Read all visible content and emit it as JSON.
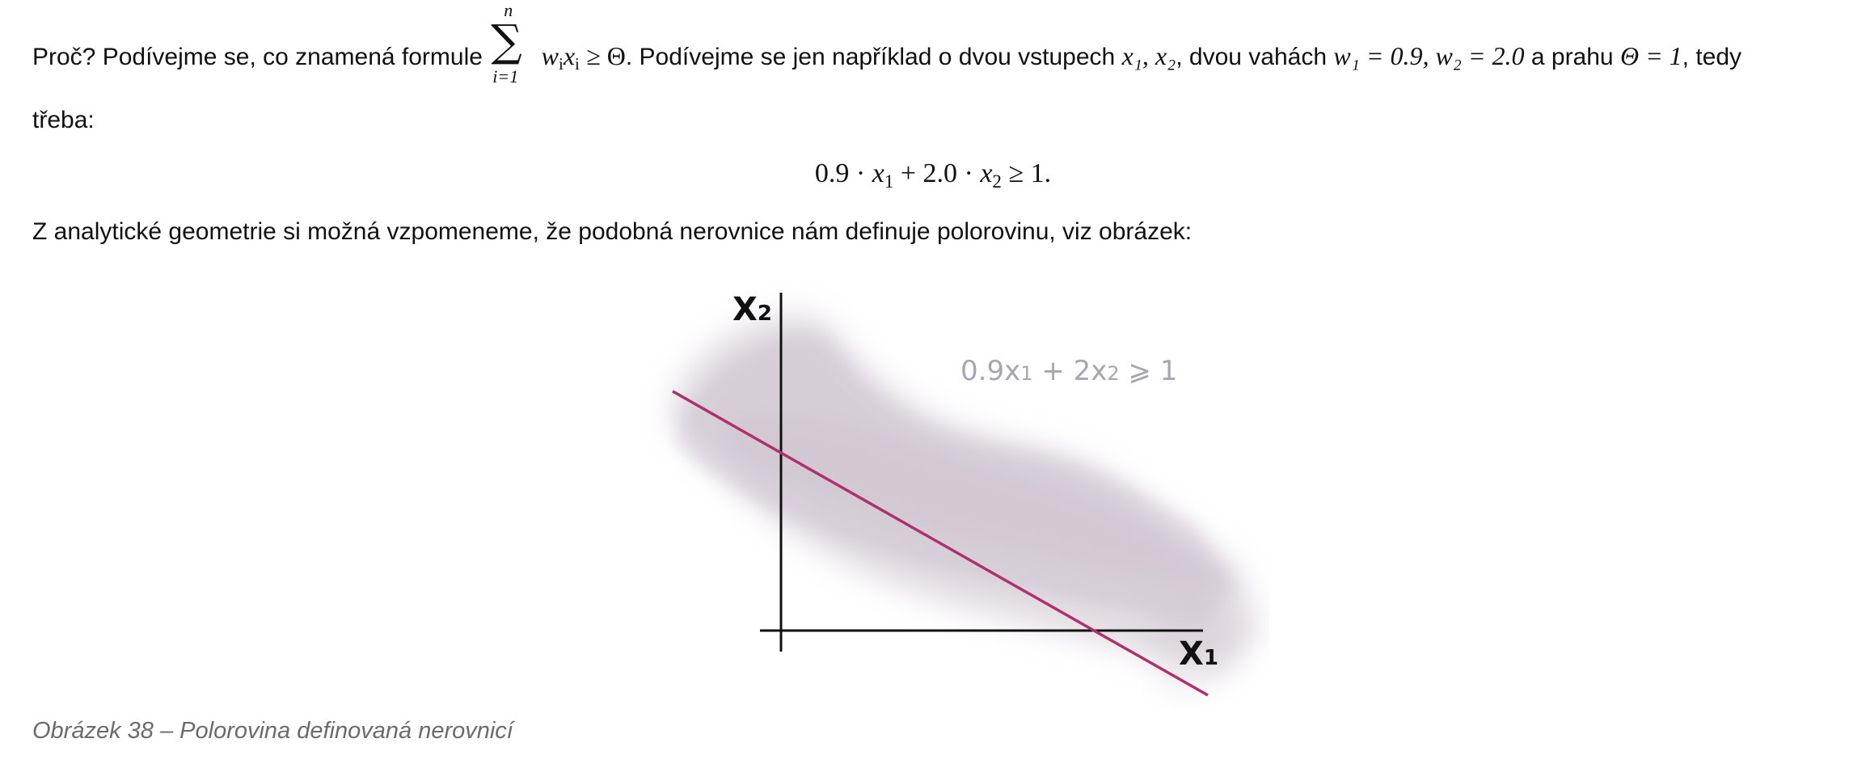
{
  "para1": {
    "t1": "Proč? Podívejme se, co znamená formule",
    "sum_upper": "n",
    "sum_lower": "i=1",
    "formula_body": "w",
    "formula_sub_a": "i",
    "formula_x": "x",
    "formula_sub_b": "i",
    "formula_rel": "≥ Θ",
    "t2": ". Podívejme se jen například o dvou vstupech",
    "inputs": "x₁, x₂",
    "t3": ", dvou vahách",
    "weights": "w₁ = 0.9,  w₂ = 2.0",
    "t4": "a prahu",
    "threshold": "Θ = 1",
    "t5": ", tedy",
    "t6": "třeba:"
  },
  "display_eq": {
    "a": "0.9 ·",
    "x1": "x",
    "s1": "1",
    "b": "+ 2.0 ·",
    "x2": "x",
    "s2": "2",
    "c": "≥ 1."
  },
  "para2": "Z analytické geometrie si možná vzpomeneme, že podobná nerovnice nám definuje polorovinu, viz obrázek:",
  "figure": {
    "y_axis_label": "X",
    "y_axis_sub": "2",
    "x_axis_label": "X",
    "x_axis_sub": "1",
    "region_label_a": "0.9x",
    "region_label_s1": "1",
    "region_label_b": " + 2x",
    "region_label_s2": "2",
    "region_label_c": " ⩾ 1",
    "line_color": "#b0306e",
    "region_color": "#c9bfcb",
    "label_color": "#a9a4b4"
  },
  "caption": "Obrázek 38 – Polorovina definovaná nerovnicí"
}
